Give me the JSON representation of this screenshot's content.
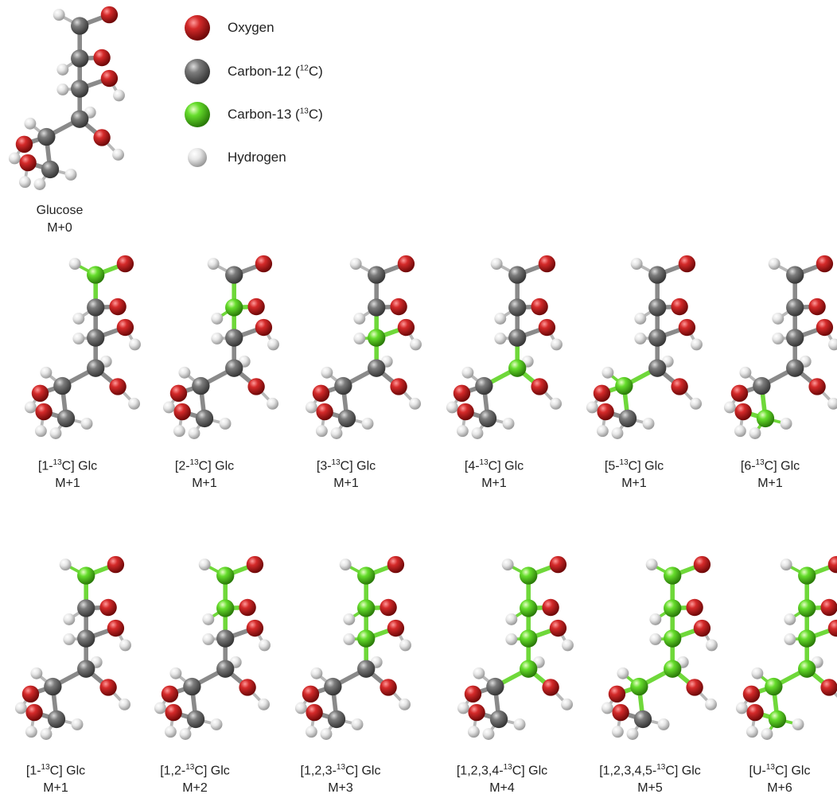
{
  "legend": [
    {
      "key": "O",
      "label": "Oxygen",
      "sup": "",
      "suffix": ""
    },
    {
      "key": "C12",
      "label": "Carbon-12 (",
      "sup": "12",
      "suffix": "C)"
    },
    {
      "key": "C13",
      "label": "Carbon-13 (",
      "sup": "13",
      "suffix": "C)"
    },
    {
      "key": "H",
      "label": "Hydrogen",
      "sup": "",
      "suffix": ""
    }
  ],
  "colors": {
    "O": "#b81d1d",
    "C12": "#6e6e6e",
    "C13": "#5cd12a",
    "H": "#e4e4e4",
    "bond12": "#8a8a8a",
    "bond13": "#6fd83a"
  },
  "reference": {
    "name": "Glucose",
    "mass": "M+0",
    "labeled": []
  },
  "molecules": [
    {
      "pre": "[1-",
      "sup": "13",
      "post": "C] Glc",
      "mass": "M+1",
      "labeled": [
        1
      ]
    },
    {
      "pre": "[2-",
      "sup": "13",
      "post": "C] Glc",
      "mass": "M+1",
      "labeled": [
        2
      ]
    },
    {
      "pre": "[3-",
      "sup": "13",
      "post": "C] Glc",
      "mass": "M+1",
      "labeled": [
        3
      ]
    },
    {
      "pre": "[4-",
      "sup": "13",
      "post": "C] Glc",
      "mass": "M+1",
      "labeled": [
        4
      ]
    },
    {
      "pre": "[5-",
      "sup": "13",
      "post": "C] Glc",
      "mass": "M+1",
      "labeled": [
        5
      ]
    },
    {
      "pre": "[6-",
      "sup": "13",
      "post": "C] Glc",
      "mass": "M+1",
      "labeled": [
        6
      ]
    },
    {
      "pre": "[1-",
      "sup": "13",
      "post": "C] Glc",
      "mass": "M+1",
      "labeled": [
        1
      ]
    },
    {
      "pre": "[1,2-",
      "sup": "13",
      "post": "C] Glc",
      "mass": "M+2",
      "labeled": [
        1,
        2
      ]
    },
    {
      "pre": "[1,2,3-",
      "sup": "13",
      "post": "C] Glc",
      "mass": "M+3",
      "labeled": [
        1,
        2,
        3
      ]
    },
    {
      "pre": "[1,2,3,4-",
      "sup": "13",
      "post": "C] Glc",
      "mass": "M+4",
      "labeled": [
        1,
        2,
        3,
        4
      ]
    },
    {
      "pre": "[1,2,3,4,5-",
      "sup": "13",
      "post": "C] Glc",
      "mass": "M+5",
      "labeled": [
        1,
        2,
        3,
        4,
        5
      ]
    },
    {
      "pre": "[U-",
      "sup": "13",
      "post": "C] Glc",
      "mass": "M+6",
      "labeled": [
        1,
        2,
        3,
        4,
        5,
        6
      ]
    }
  ]
}
